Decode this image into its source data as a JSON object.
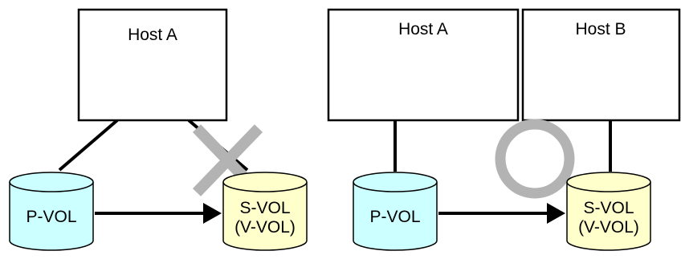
{
  "colors": {
    "stroke": "#000000",
    "pvol_fill": "#ccffff",
    "svol_fill": "#ffffcc",
    "mark": "#b3b3b3",
    "background": "#ffffff"
  },
  "left_diagram": {
    "host": {
      "label": "Host A"
    },
    "pvol": {
      "label": "P-VOL"
    },
    "svol": {
      "label_line1": "S-VOL",
      "label_line2": "(V-VOL)"
    },
    "access_mark": "cross-icon"
  },
  "right_diagram": {
    "host_a": {
      "label": "Host A"
    },
    "host_b": {
      "label": "Host B"
    },
    "pvol": {
      "label": "P-VOL"
    },
    "svol": {
      "label_line1": "S-VOL",
      "label_line2": "(V-VOL)"
    },
    "access_mark": "circle-icon"
  }
}
